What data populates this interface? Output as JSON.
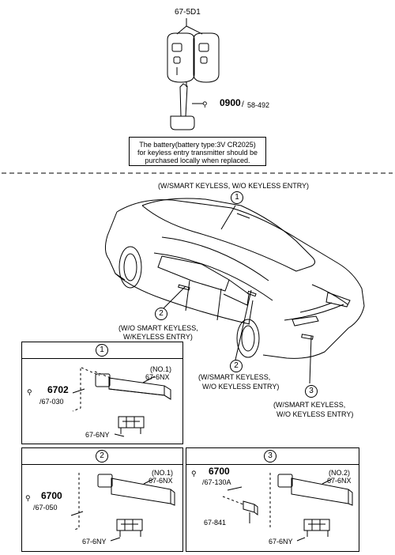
{
  "top": {
    "part_top": "67-5D1",
    "icon_label": "bulb-icon",
    "part_bulb": "0900",
    "ref_bulb": "58-492",
    "note_line1": "The battery(battery type:3V CR2025)",
    "note_line2": "for keyless entry transmitter should be",
    "note_line3": "purchased locally when replaced."
  },
  "car": {
    "label_top": "(W/SMART KEYLESS, W/O KEYLESS ENTRY)",
    "callout_1": "1",
    "callout_2a": "2",
    "callout_2b": "2",
    "callout_3": "3",
    "label_2a_line1": "(W/O SMART KEYLESS,",
    "label_2a_line2": "W/KEYLESS ENTRY)",
    "label_2b_line1": "(W/SMART KEYLESS,",
    "label_2b_line2": "W/O KEYLESS ENTRY)",
    "label_3_line1": "(W/SMART KEYLESS,",
    "label_3_line2": "W/O KEYLESS ENTRY)"
  },
  "detail1": {
    "num": "1",
    "part_main": "6702",
    "ref_main": "/67-030",
    "no_label": "(NO.1)",
    "part_ant": "67-6NX",
    "part_bracket": "67-6NY"
  },
  "detail2": {
    "num": "2",
    "part_main": "6700",
    "ref_main": "/67-050",
    "no_label": "(NO.1)",
    "part_ant": "67-6NX",
    "part_bracket": "67-6NY"
  },
  "detail3": {
    "num": "3",
    "part_main": "6700",
    "ref_main": "/67-130A",
    "part_conn": "67-841",
    "no_label": "(NO.2)",
    "part_ant": "67-6NX",
    "part_bracket": "67-6NY"
  }
}
